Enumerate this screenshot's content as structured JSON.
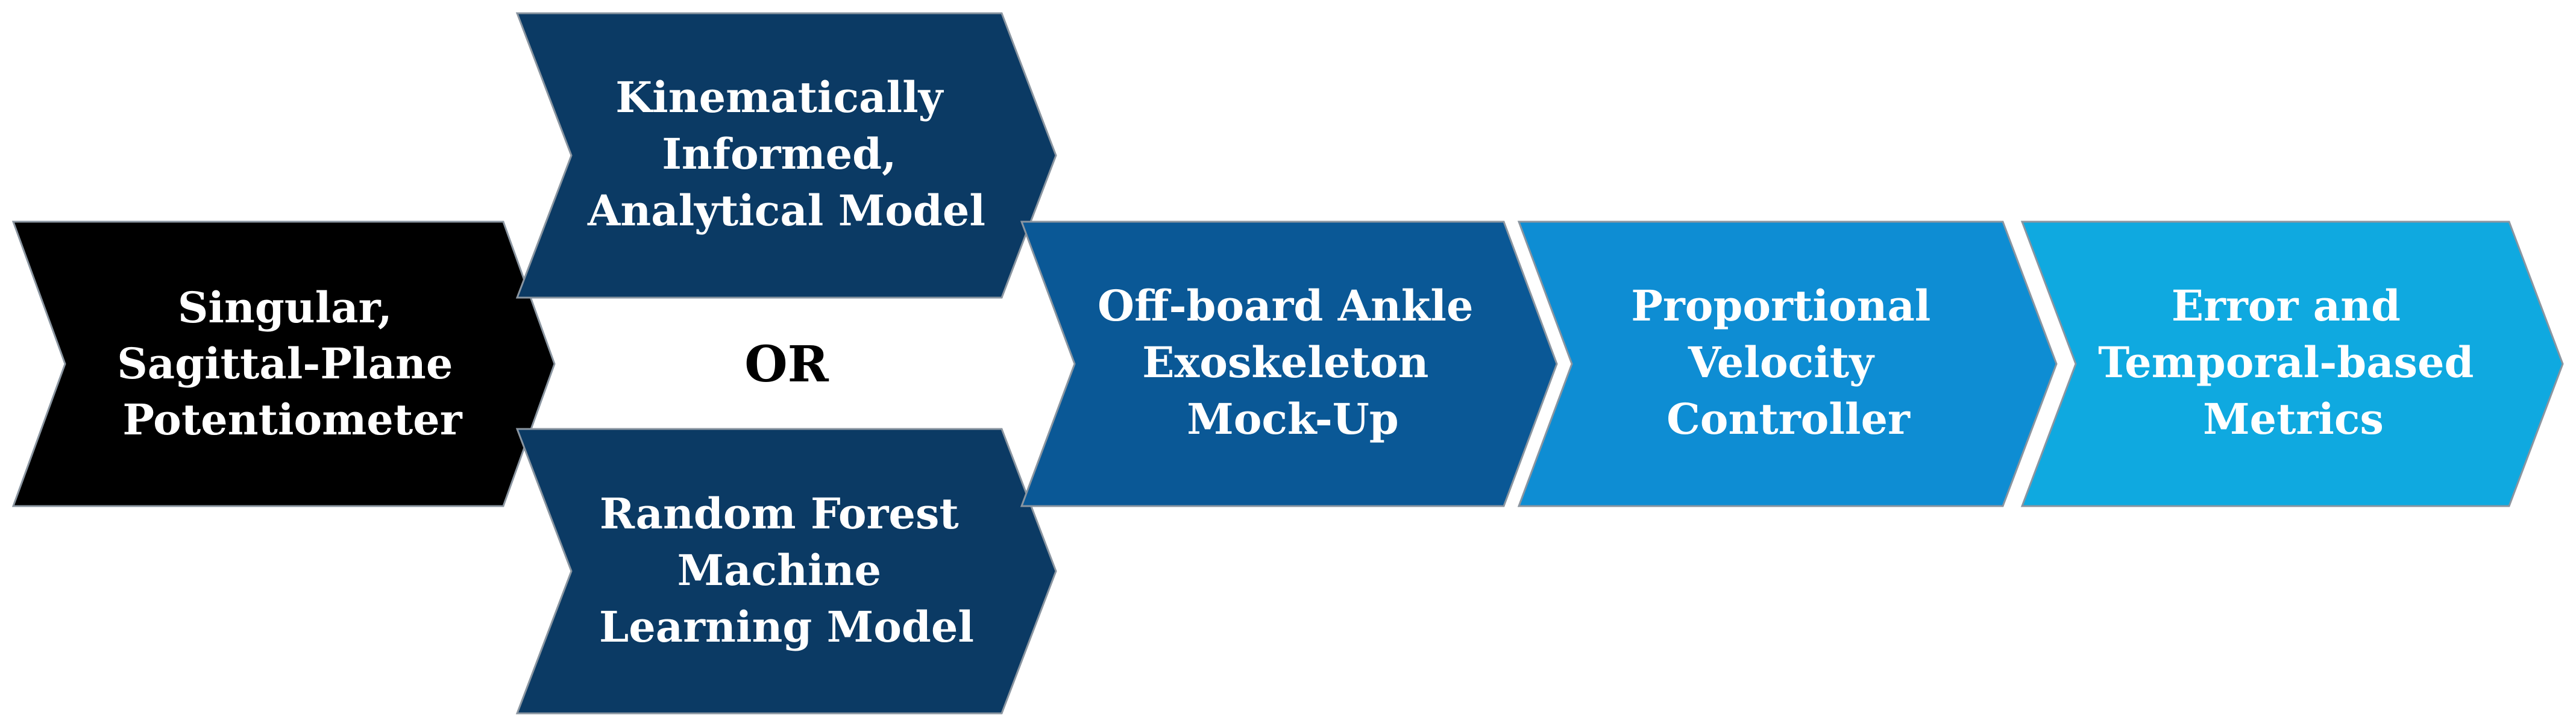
{
  "steps": {
    "input": {
      "lines": [
        "Singular,",
        "Sagittal-Plane",
        "Potentiometer"
      ],
      "color": "#000000"
    },
    "model_a": {
      "lines": [
        "Kinematically",
        "Informed,",
        "Analytical Model"
      ],
      "color": "#0b3a64"
    },
    "model_b": {
      "lines": [
        "Random Forest",
        "Machine",
        "Learning Model"
      ],
      "color": "#0b3a64"
    },
    "mockup": {
      "lines": [
        "Off-board Ankle",
        "Exoskeleton",
        "Mock-Up"
      ],
      "color": "#0a5896"
    },
    "controller": {
      "lines": [
        "Proportional",
        "Velocity",
        "Controller"
      ],
      "color": "#0e8dd3"
    },
    "metrics": {
      "lines": [
        "Error and",
        "Temporal-based",
        "Metrics"
      ],
      "color": "#0fa9e0"
    }
  },
  "connector": {
    "label": "OR"
  }
}
